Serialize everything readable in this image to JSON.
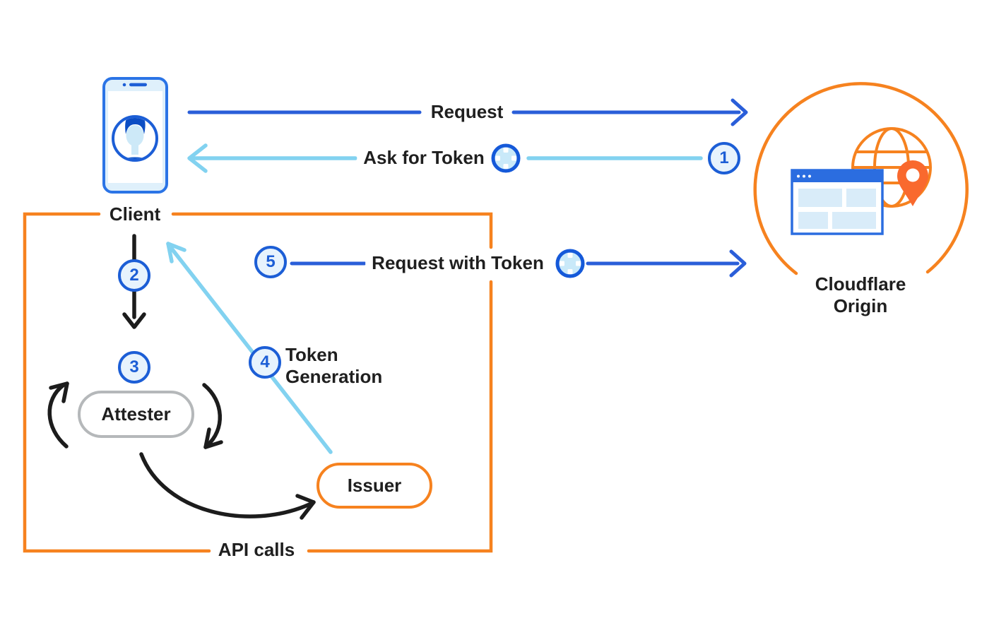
{
  "diagram": {
    "nodes": {
      "client": {
        "label": "Client"
      },
      "origin": {
        "label_line1": "Cloudflare",
        "label_line2": "Origin"
      },
      "attester": {
        "label": "Attester"
      },
      "issuer": {
        "label": "Issuer"
      }
    },
    "flows": {
      "request": {
        "label": "Request"
      },
      "ask_for_token": {
        "label": "Ask for Token"
      },
      "request_with_token": {
        "label": "Request with Token"
      },
      "token_generation": {
        "label_line1": "Token",
        "label_line2": "Generation"
      },
      "api_calls": {
        "label": "API calls"
      }
    },
    "steps": {
      "one": "1",
      "two": "2",
      "three": "3",
      "four": "4",
      "five": "5"
    },
    "colors": {
      "blue": "#2a5ed9",
      "light_blue": "#82d2f0",
      "orange": "#f6821f",
      "pin_orange": "#f9692e",
      "gray": "#b5b8ba",
      "black": "#1c1c1c",
      "step_fill": "#e7f3fd"
    }
  }
}
